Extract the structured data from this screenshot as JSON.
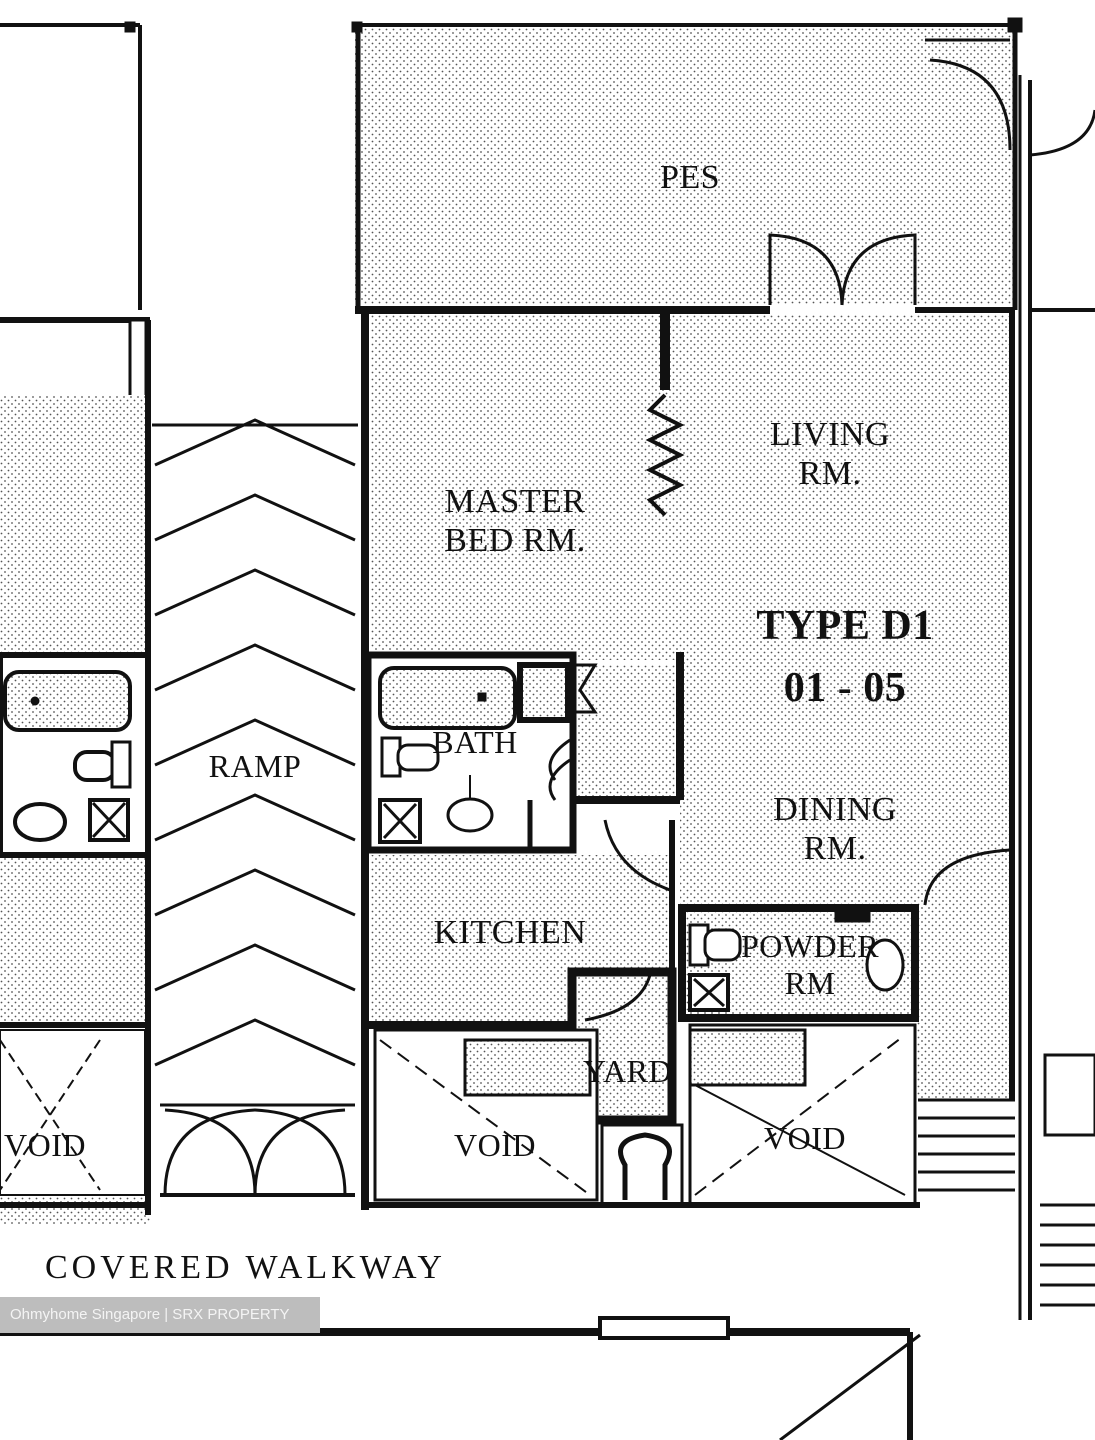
{
  "plan": {
    "unit_type": "TYPE D1",
    "unit_numbers": "01 - 05",
    "rooms": {
      "pes": "PES",
      "living": [
        "LIVING",
        "RM."
      ],
      "master_bed": [
        "MASTER",
        "BED RM."
      ],
      "bath": "BATH",
      "dining": [
        "DINING",
        "RM."
      ],
      "kitchen": "KITCHEN",
      "powder": [
        "POWDER",
        "RM"
      ],
      "yard": "YARD",
      "ramp": "RAMP",
      "void_left": "VOID",
      "void_center": "VOID",
      "void_right": "VOID"
    },
    "walkway": "COVERED WALKWAY"
  },
  "watermark": "Ohmyhome Singapore | SRX PROPERTY",
  "colors": {
    "wall": "#111111",
    "fill_dots": "#444444",
    "background": "#ffffff",
    "watermark_bg": "#bdbdbd"
  }
}
